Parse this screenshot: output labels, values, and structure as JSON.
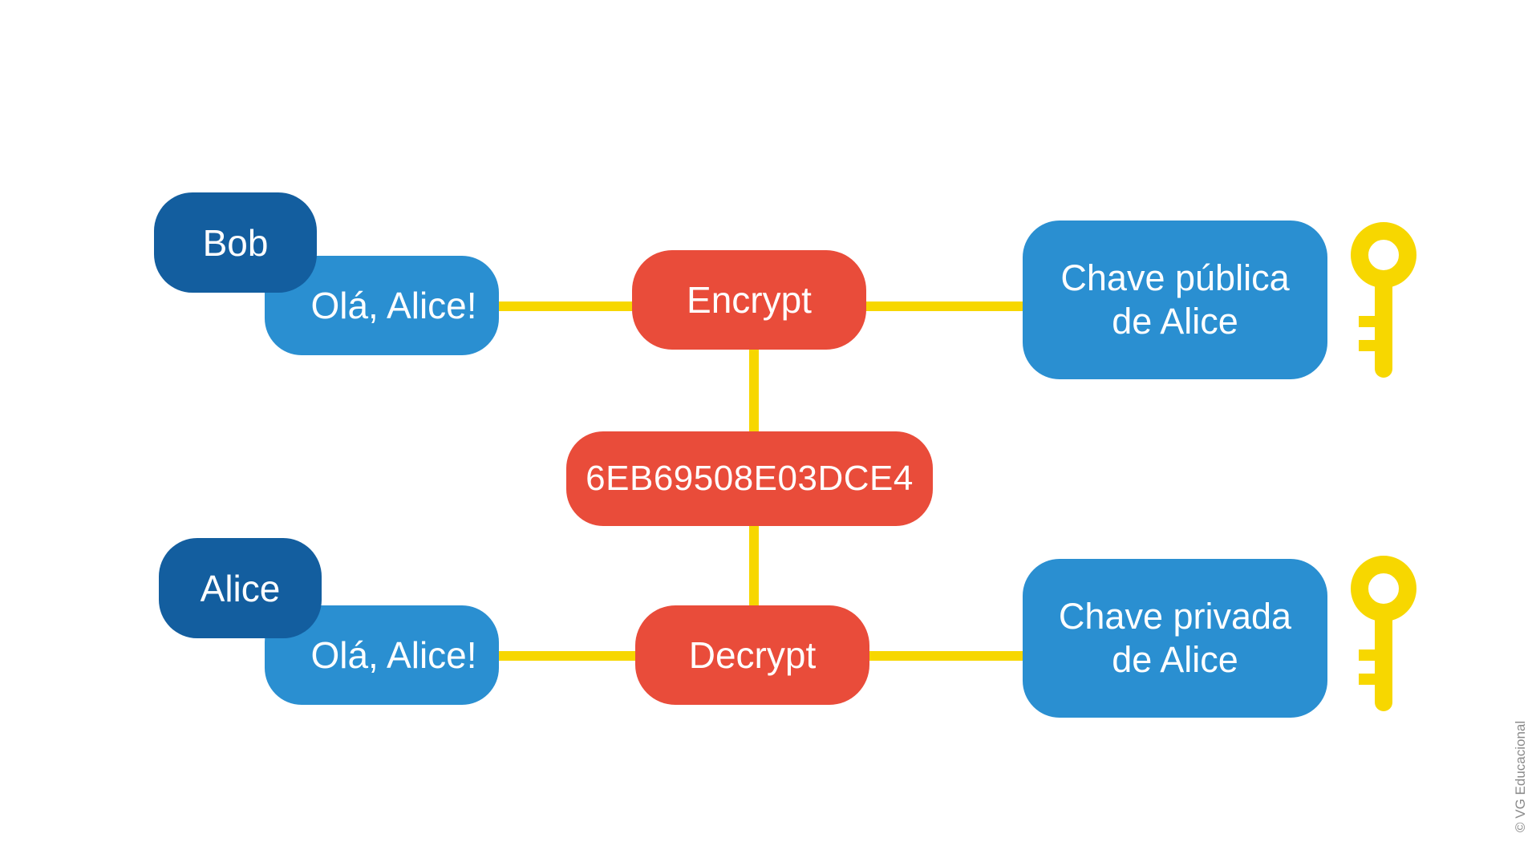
{
  "diagram": {
    "sender": {
      "name": "Bob",
      "message": "Olá, Alice!"
    },
    "receiver": {
      "name": "Alice",
      "message": "Olá, Alice!"
    },
    "encrypt_label": "Encrypt",
    "decrypt_label": "Decrypt",
    "ciphertext": "6EB69508E03DCE4",
    "public_key": {
      "line1": "Chave pública",
      "line2": "de Alice",
      "icon": "key-icon"
    },
    "private_key": {
      "line1": "Chave privada",
      "line2": "de Alice",
      "icon": "key-icon"
    },
    "credit": "© VG Educacional"
  },
  "colors": {
    "name_tag": "#135E9F",
    "message_box": "#2A8FD1",
    "operation_box": "#E94C3A",
    "connector": "#F7D700",
    "key": "#F7D700"
  }
}
